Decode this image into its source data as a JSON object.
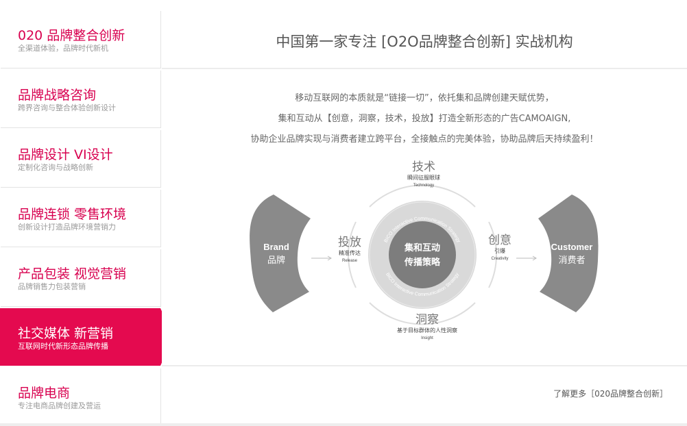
{
  "sidebar": {
    "items": [
      {
        "title": "020 品牌整合创新",
        "subtitle": "全渠道体验，品牌时代新机"
      },
      {
        "title": "品牌战略咨询",
        "subtitle": "跨界咨询与整合体验创新设计"
      },
      {
        "title": "品牌设计 VI设计",
        "subtitle": "定制化咨询与战略创新"
      },
      {
        "title": "品牌连锁 零售环境",
        "subtitle": "创新设计打造品牌环境营销力"
      },
      {
        "title": "产品包装 视觉营销",
        "subtitle": "品牌销售力包装营销"
      },
      {
        "title": "社交媒体 新营销",
        "subtitle": "互联网时代新形态品牌传播"
      },
      {
        "title": "品牌电商",
        "subtitle": "专注电商品牌创建及营运"
      }
    ],
    "active_index": 5
  },
  "main": {
    "heading": "中国第一家专注 [O2O品牌整合创新] 实战机构",
    "intro": [
      "移动互联网的本质就是“链接一切”，依托集和品牌创建天赋优势，",
      "集和互动从【创意，洞察，技术，投放】打造全新形态的广告CAMOAIGN,",
      "协助企业品牌实现与消费者建立跨平台，全接触点的完美体验，协助品牌后天持续盈利！"
    ],
    "more_link": "了解更多［020品牌整合创新］"
  },
  "diagram": {
    "left_wing": {
      "en": "Brand",
      "cn": "品牌"
    },
    "right_wing": {
      "en": "Customer",
      "cn": "消费者"
    },
    "center": {
      "line1": "集和互动",
      "line2": "传播策略"
    },
    "ring_text_top": "BICO Interactive Communication Strategy",
    "ring_text_bottom": "BICO Interactive Communication Strategy",
    "nodes": {
      "top": {
        "cn": "技术",
        "desc": "瞬间征服眼球",
        "en": "Technology"
      },
      "left": {
        "cn": "投放",
        "desc": "精准传达",
        "en": "Release"
      },
      "right": {
        "cn": "创意",
        "desc": "引爆",
        "en": "Creativity"
      },
      "bottom": {
        "cn": "洞察",
        "desc": "基于目标群体的人性洞察",
        "en": "Insight"
      }
    },
    "colors": {
      "wing": "#8a8a8a",
      "ring": "#d9d9d9",
      "center": "#7d7d7d",
      "arc": "#dddddd"
    }
  },
  "colors": {
    "accent": "#e40a4f",
    "title": "#d8004f"
  }
}
